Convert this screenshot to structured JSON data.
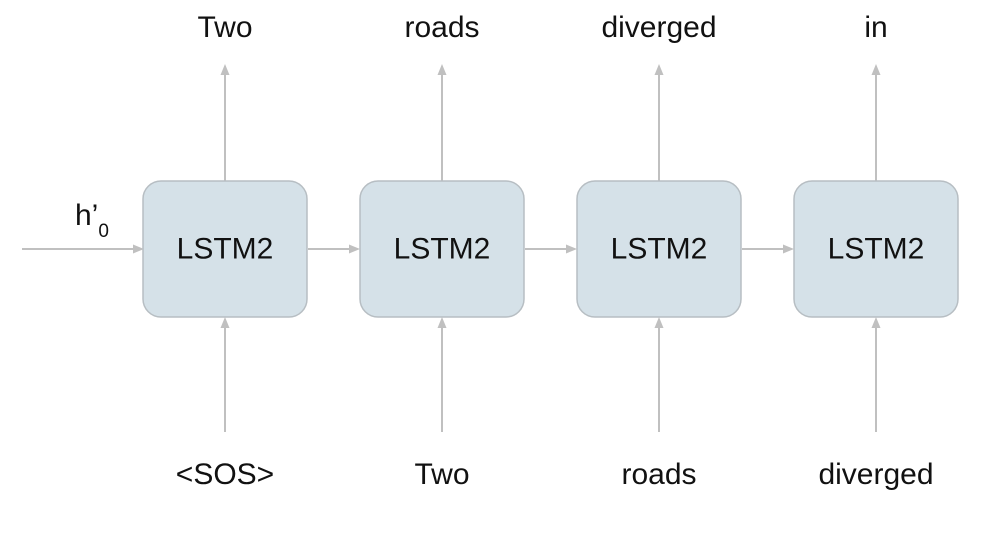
{
  "initial_state": {
    "label": "h’",
    "subscript": "0"
  },
  "cells": [
    {
      "label": "LSTM2",
      "input": "<SOS>",
      "output": "Two"
    },
    {
      "label": "LSTM2",
      "input": "Two",
      "output": "roads"
    },
    {
      "label": "LSTM2",
      "input": "roads",
      "output": "diverged"
    },
    {
      "label": "LSTM2",
      "input": "diverged",
      "output": "in"
    }
  ],
  "colors": {
    "cell_fill": "#d5e1e8",
    "cell_border": "#b7bec3",
    "arrow": "#c0c0c0",
    "text": "#111111"
  }
}
